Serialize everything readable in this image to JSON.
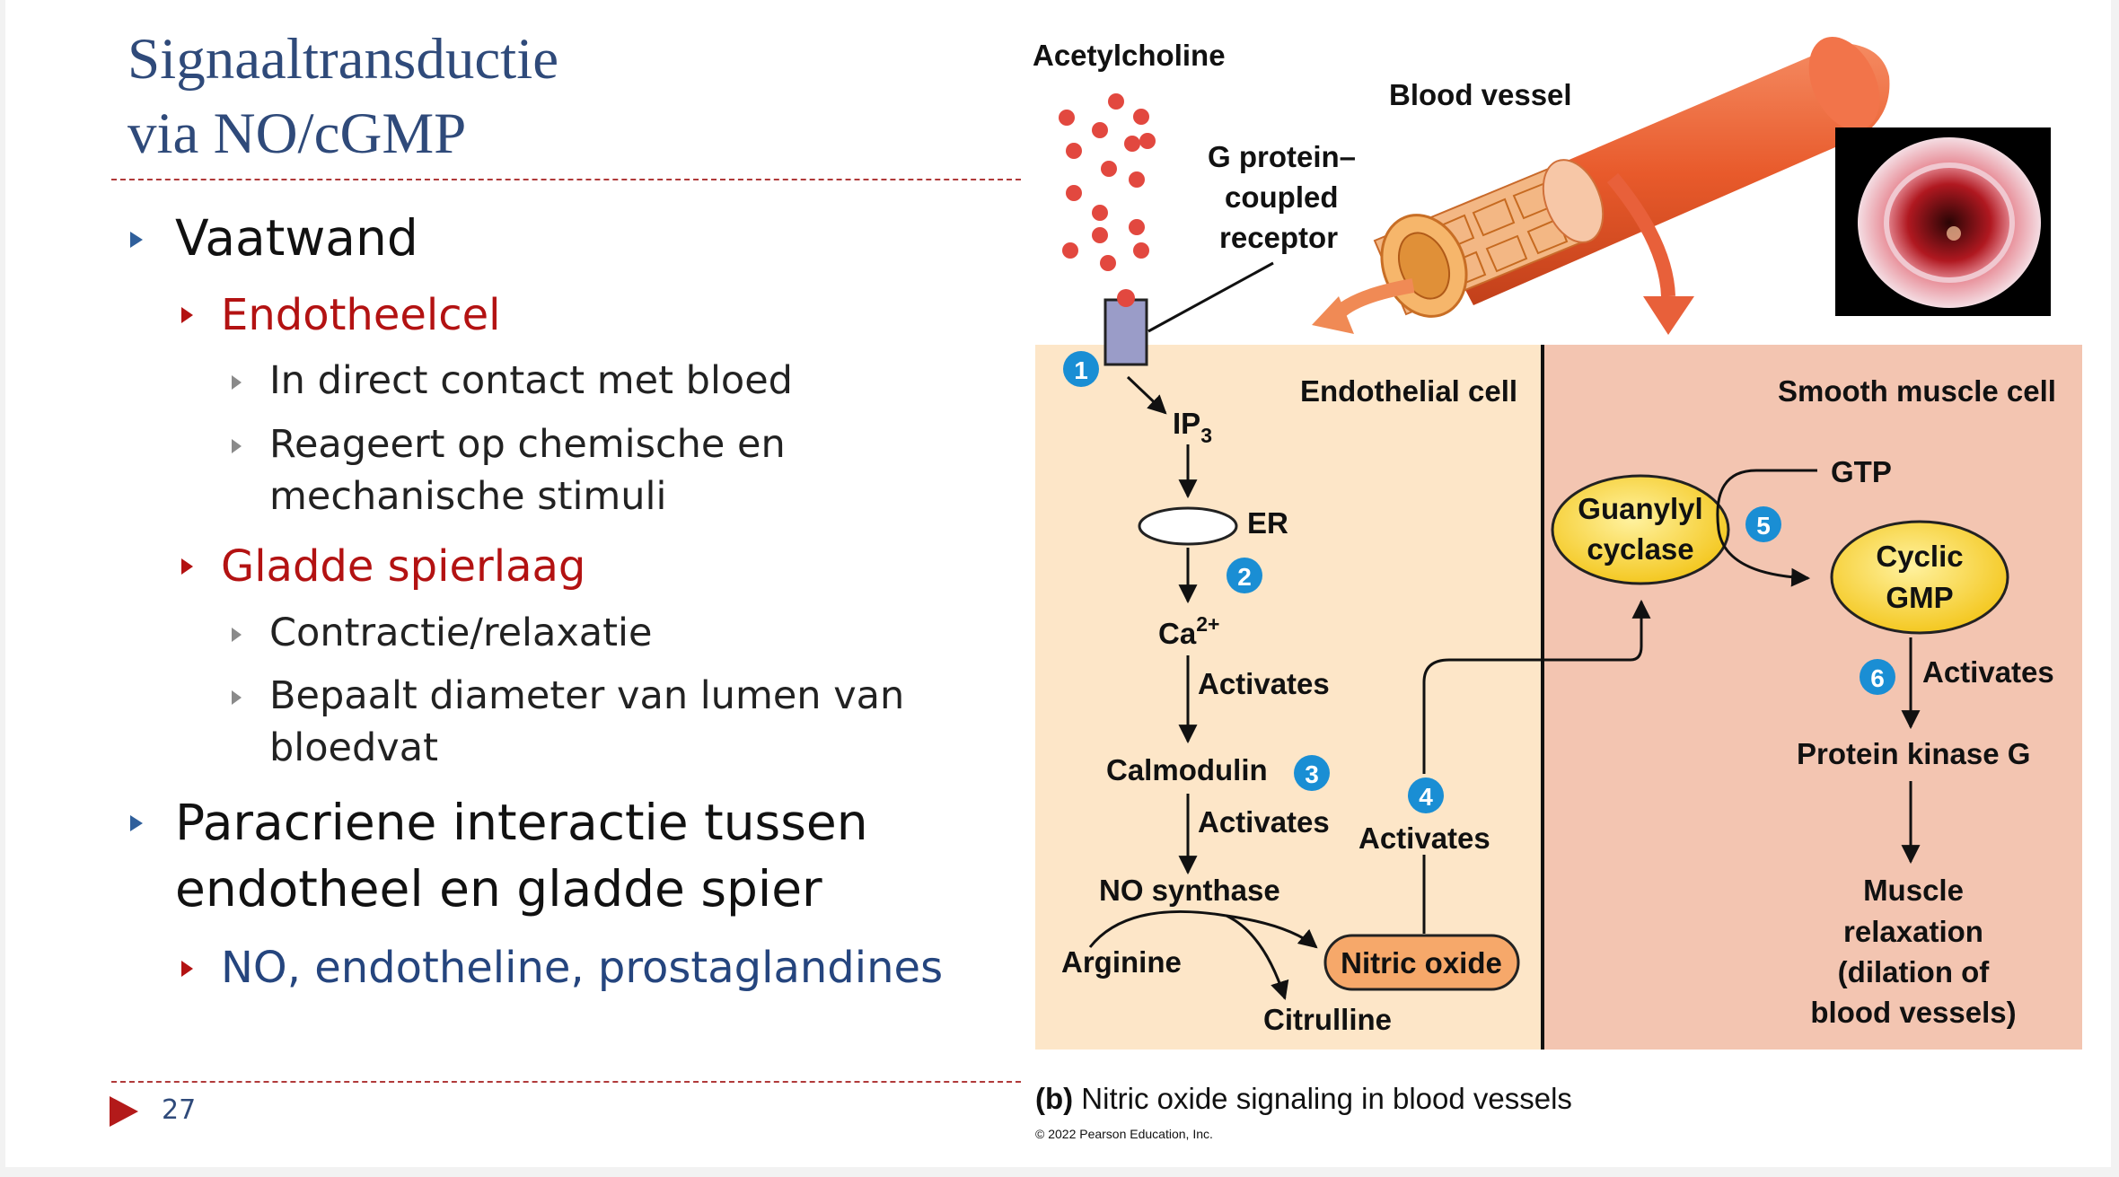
{
  "slide": {
    "title_line1": "Signaaltransductie",
    "title_line2": "via NO/cGMP",
    "page_number": "27",
    "bullets": {
      "vaatwand": "Vaatwand",
      "endotheelcel": "Endotheelcel",
      "direct_contact": "In direct contact met bloed",
      "reageert_1": "Reageert op chemische en",
      "reageert_2": "mechanische stimuli",
      "gladde": "Gladde spierlaag",
      "contractie": "Contractie/relaxatie",
      "bepaalt_1": "Bepaalt diameter van lumen van",
      "bepaalt_2": "bloedvat",
      "paracriene_1": "Paracriene interactie tussen",
      "paracriene_2": "endotheel en gladde spier",
      "no_list": "NO, endotheline, prostaglandines"
    },
    "colors": {
      "title": "#2f4a7a",
      "red": "#b31212",
      "blue": "#25457e",
      "endothelial_bg": "#fde6c8",
      "muscle_bg": "#f3c5b1"
    }
  },
  "figure": {
    "acetylcholine": "Acetylcholine",
    "blood_vessel": "Blood vessel",
    "gpcr_1": "G protein–",
    "gpcr_2": "coupled",
    "gpcr_3": "receptor",
    "endothelial_cell": "Endothelial cell",
    "smooth_muscle_cell": "Smooth muscle cell",
    "ip3": "IP",
    "ip3_sub": "3",
    "er": "ER",
    "ca": "Ca",
    "ca_sup": "2+",
    "activates": "Activates",
    "calmodulin": "Calmodulin",
    "no_synthase": "NO synthase",
    "arginine": "Arginine",
    "citrulline": "Citrulline",
    "nitric_oxide": "Nitric oxide",
    "guanylyl_1": "Guanylyl",
    "guanylyl_2": "cyclase",
    "gtp": "GTP",
    "cyclic_1": "Cyclic",
    "cyclic_2": "GMP",
    "protein_kinase_g": "Protein kinase G",
    "muscle_1": "Muscle",
    "muscle_2": "relaxation",
    "muscle_3": "(dilation of",
    "muscle_4": "blood vessels)",
    "steps": [
      "1",
      "2",
      "3",
      "4",
      "5",
      "6"
    ],
    "caption_b": "(b)",
    "caption": " Nitric oxide signaling in blood vessels",
    "copyright": "© 2022 Pearson Education, Inc."
  }
}
